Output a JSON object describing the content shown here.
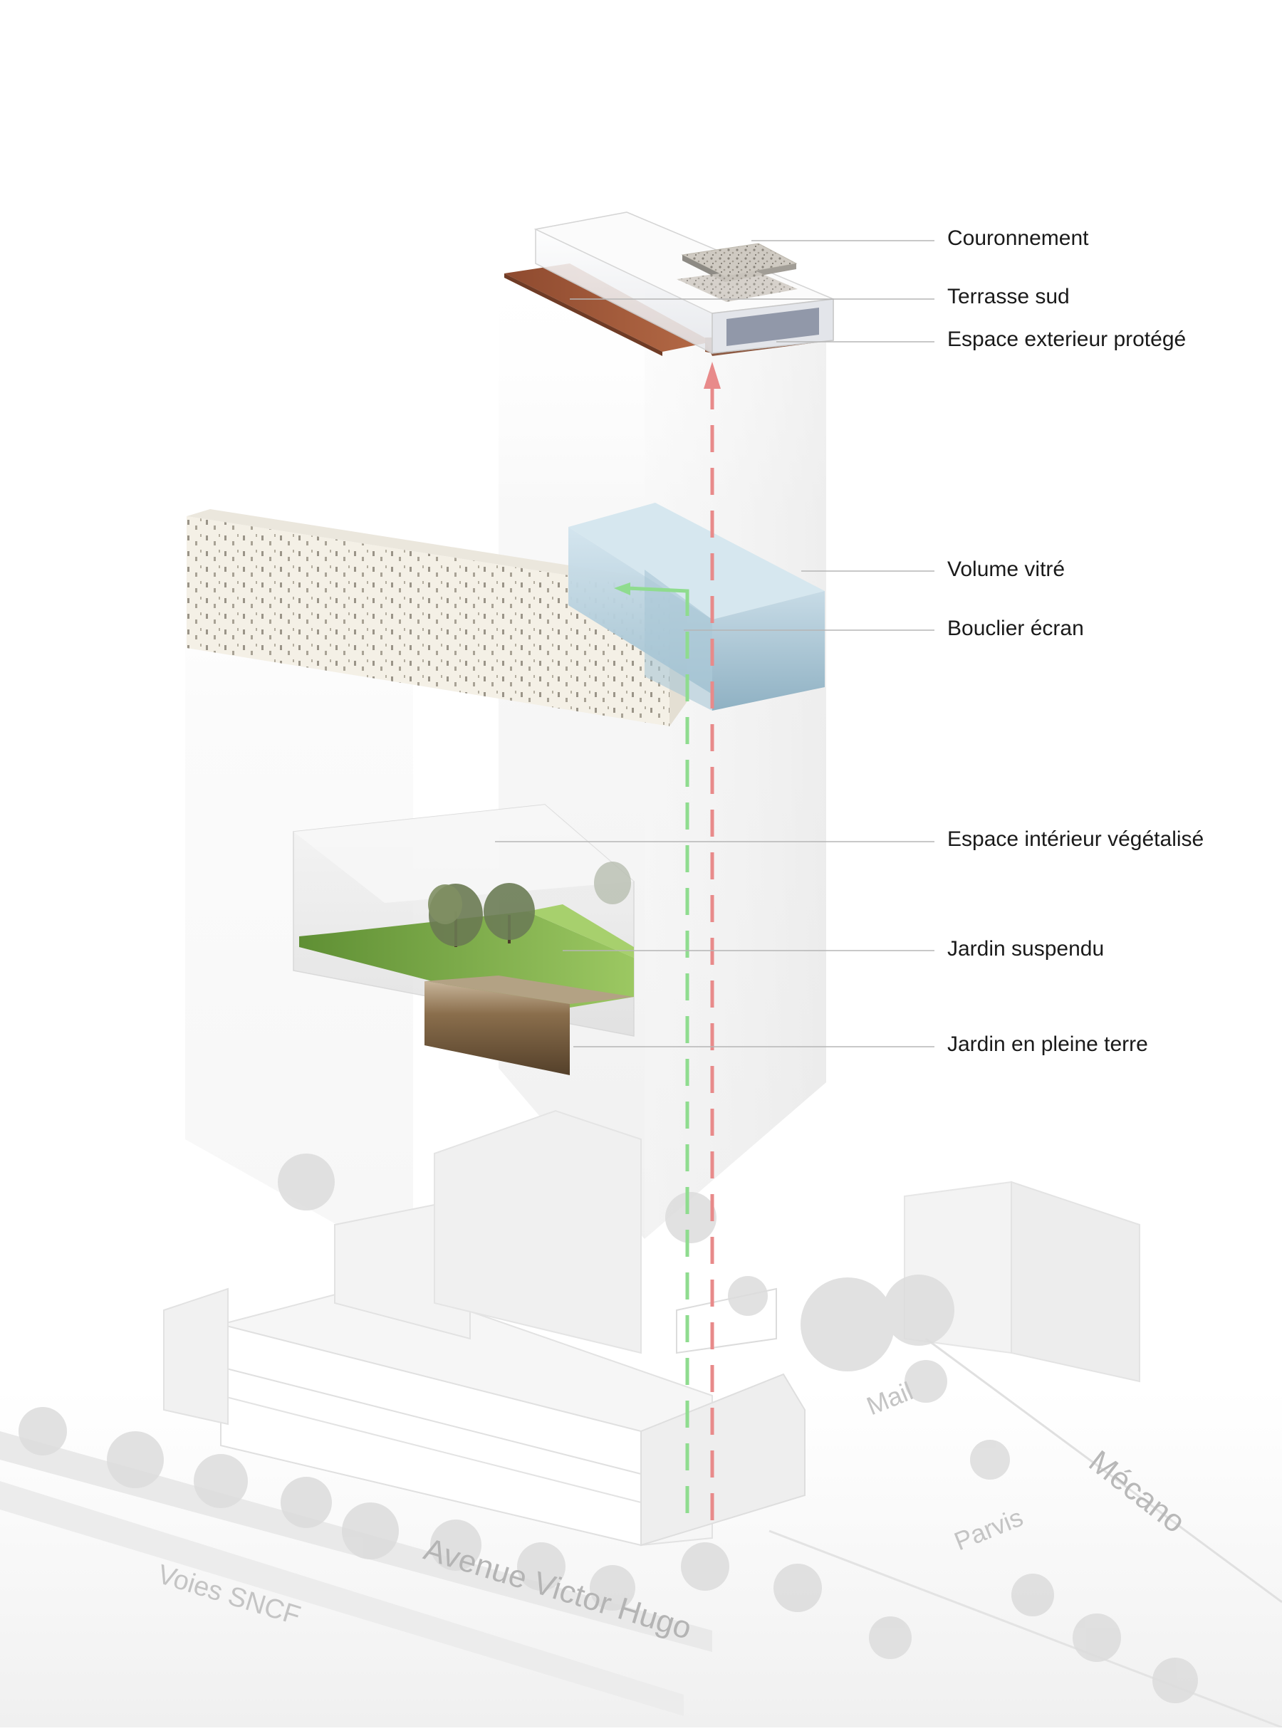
{
  "diagram": {
    "labels": {
      "couronnement": "Couronnement",
      "terrasse_sud": "Terrasse sud",
      "espace_exterieur": "Espace exterieur protégé",
      "volume_vitre": "Volume vitré",
      "bouclier_ecran": "Bouclier écran",
      "espace_interieur": "Espace intérieur végétalisé",
      "jardin_suspendu": "Jardin suspendu",
      "jardin_pleine_terre": "Jardin en pleine terre"
    },
    "streets": {
      "voies_sncf": "Voies SNCF",
      "avenue": "Avenue Victor Hugo",
      "parvis": "Parvis",
      "mail": "Mail",
      "mecano": "Mécano"
    },
    "colors": {
      "leader_line": "#b5b5b5",
      "red_arrow": "#e88a8a",
      "green_arrow": "#8fdc8f",
      "terrace_wood": "#a2583a",
      "glass_blue": "#b7d3e0",
      "lawn": "#7bb04a",
      "soil": "#6e5436",
      "facade_cream": "#f2eee6",
      "street_text": "#c4c4c4"
    }
  }
}
